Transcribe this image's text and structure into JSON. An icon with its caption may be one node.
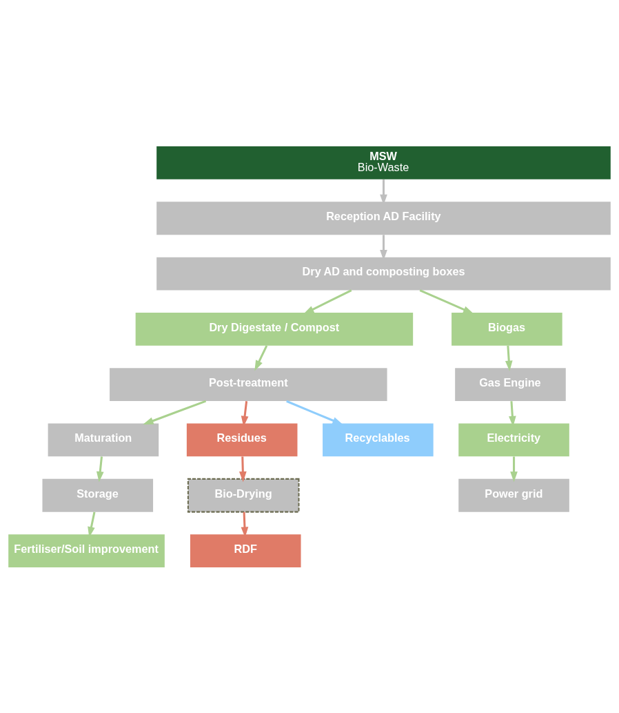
{
  "diagram": {
    "nodes": [
      {
        "text": [
          "MSW",
          "Bio-Waste"
        ]
      },
      {
        "text": [
          "Reception AD Facility"
        ]
      },
      {
        "text": [
          "Dry AD and composting boxes"
        ]
      },
      {
        "text": [
          "Dry Digestate / Compost"
        ]
      },
      {
        "text": [
          "Biogas"
        ]
      },
      {
        "text": [
          "Post-treatment"
        ]
      },
      {
        "text": [
          "Gas Engine"
        ]
      },
      {
        "text": [
          "Maturation"
        ]
      },
      {
        "text": [
          "Residues"
        ]
      },
      {
        "text": [
          "Electricity"
        ]
      },
      {
        "text": [
          "Storage"
        ]
      },
      {
        "text": [
          "Bio-Drying"
        ]
      },
      {
        "text": [
          "Power grid"
        ]
      },
      {
        "text": [
          "Fertiliser/Soil improvement"
        ]
      },
      {
        "text": [
          "RDF"
        ]
      },
      {
        "text": [
          "Recyclables"
        ]
      }
    ],
    "edges": [
      {
        "from": 0,
        "to": 1,
        "arrow": "to",
        "color": "#bfbfbf"
      },
      {
        "from": 1,
        "to": 2,
        "arrow": "to",
        "color": "#bfbfbf"
      },
      {
        "from": 2,
        "to": 3,
        "arrow": "to"
      },
      {
        "from": 2,
        "to": 4,
        "arrow": "to"
      },
      {
        "from": 3,
        "to": 5,
        "arrow": "to"
      },
      {
        "from": 4,
        "to": 6,
        "arrow": "to"
      },
      {
        "from": 5,
        "to": 7,
        "arrow": "to"
      },
      {
        "from": 5,
        "to": 8,
        "arrow": "to",
        "color": "#e07b67"
      },
      {
        "from": 5,
        "to": 15,
        "arrow": "to",
        "color": "#8fcdfc"
      },
      {
        "from": 6,
        "to": 9,
        "arrow": "to"
      },
      {
        "from": 7,
        "to": 10,
        "arrow": "to"
      },
      {
        "from": 8,
        "to": 11,
        "arrow": "to",
        "color": "#e07b67"
      },
      {
        "from": 9,
        "to": 12,
        "arrow": "to"
      },
      {
        "from": 10,
        "to": 13,
        "arrow": "to"
      },
      {
        "from": 11,
        "to": 14,
        "arrow": "to",
        "color": "#e07b67"
      }
    ]
  }
}
